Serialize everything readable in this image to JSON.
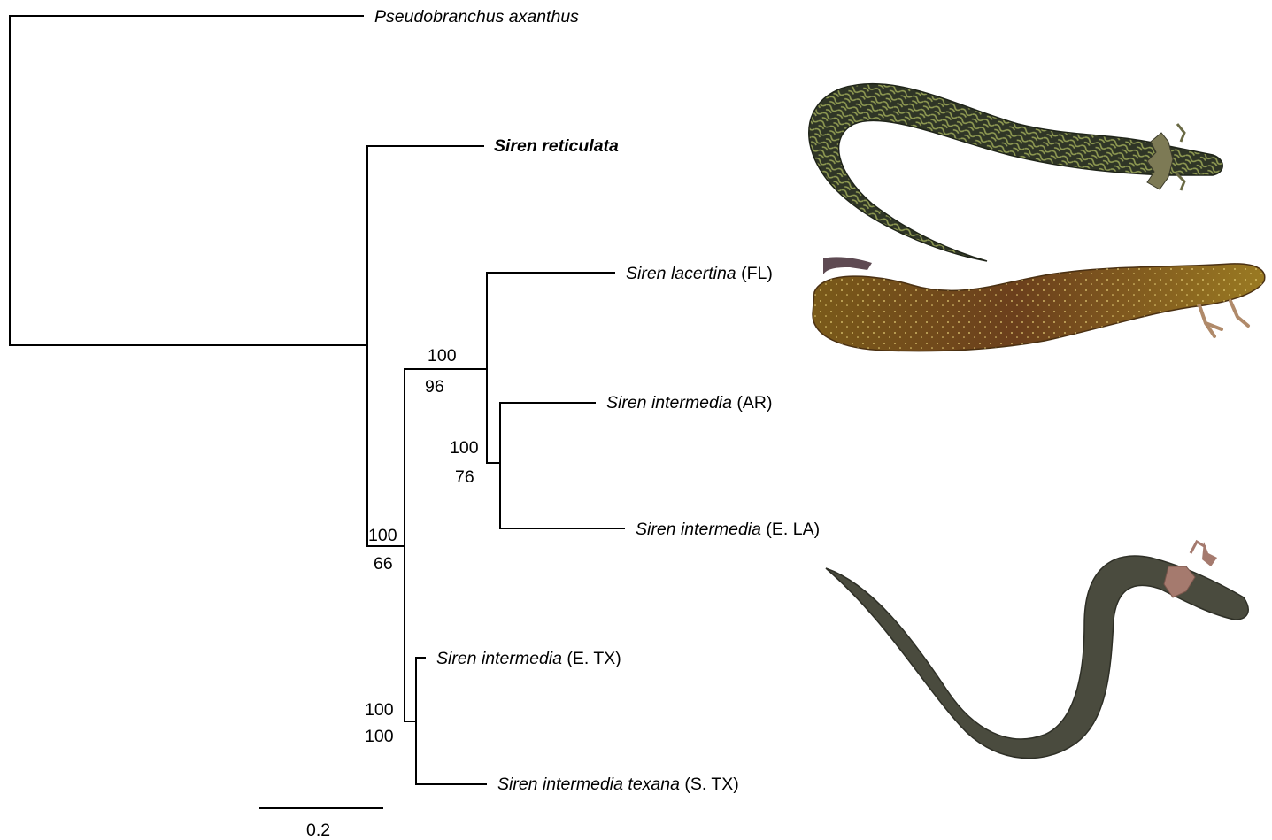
{
  "tips": [
    {
      "id": "pseudobranchus",
      "species": "Pseudobranchus axanthus",
      "locality": "",
      "bold": false
    },
    {
      "id": "reticulata",
      "species": "Siren reticulata",
      "locality": "",
      "bold": true
    },
    {
      "id": "lacertina",
      "species": "Siren lacertina",
      "locality": " (FL)",
      "bold": false
    },
    {
      "id": "int-ar",
      "species": "Siren intermedia",
      "locality": " (AR)",
      "bold": false
    },
    {
      "id": "int-ela",
      "species": "Siren intermedia",
      "locality": " (E. LA)",
      "bold": false
    },
    {
      "id": "int-etx",
      "species": "Siren intermedia",
      "locality": " (E. TX)",
      "bold": false
    },
    {
      "id": "texana",
      "species": "Siren intermedia texana",
      "locality": " (S. TX)",
      "bold": false
    }
  ],
  "support": [
    {
      "id": "node-main",
      "upper": "100",
      "lower": "66"
    },
    {
      "id": "node-lac-int",
      "upper": "100",
      "lower": "96"
    },
    {
      "id": "node-ar-la",
      "upper": "100",
      "lower": "76"
    },
    {
      "id": "node-tx",
      "upper": "100",
      "lower": "100"
    }
  ],
  "scale_bar": {
    "label": "0.2"
  },
  "colors": {
    "line": "#000000",
    "reticulata_body": "#2f3526",
    "reticulata_pattern": "#8f9a52",
    "lacertina_body": "#8a5a18",
    "lacertina_spots": "#e8d27a",
    "intermedia_body": "#4a4b3e",
    "gills": "#a57a6e"
  },
  "photos": [
    {
      "id": "reticulata-photo",
      "icon": "salamander-photo"
    },
    {
      "id": "lacertina-photo",
      "icon": "salamander-photo"
    },
    {
      "id": "intermedia-photo",
      "icon": "salamander-photo"
    }
  ]
}
